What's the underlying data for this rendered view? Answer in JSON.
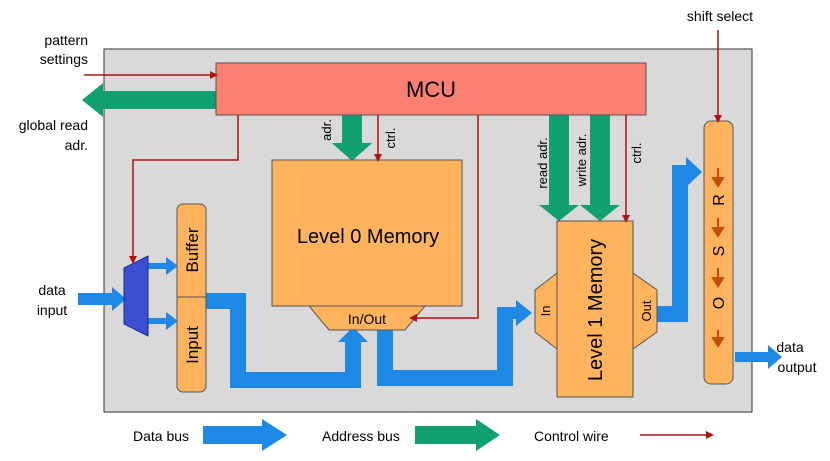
{
  "labels": {
    "mcu": "MCU",
    "level0": "Level 0 Memory",
    "level0_port": "In/Out",
    "level1": "Level 1 Memory",
    "level1_in": "In",
    "level1_out": "Out",
    "buffer": "Buffer",
    "input": "Input",
    "osr": [
      "R",
      "S",
      "O"
    ],
    "adr": "adr.",
    "ctrl0": "ctrl.",
    "read_adr": "read adr.",
    "write_adr": "write adr.",
    "ctrl1": "ctrl.",
    "pattern_settings_1": "pattern",
    "pattern_settings_2": "settings",
    "global_read_1": "global read",
    "global_read_2": "adr.",
    "data_input_1": "data",
    "data_input_2": "input",
    "data_output_1": "data",
    "data_output_2": "output",
    "shift_select": "shift select"
  },
  "legend": {
    "data_bus": "Data bus",
    "address_bus": "Address bus",
    "control_wire": "Control wire"
  },
  "colors": {
    "data_bus": "#1e88e5",
    "address_bus": "#11a070",
    "control_wire": "#b01010",
    "block_fill": "#ffb35c",
    "mcu_fill": "#fa8072",
    "panel_fill": "#d9d9d9",
    "mux_fill": "#3a4fd0"
  }
}
